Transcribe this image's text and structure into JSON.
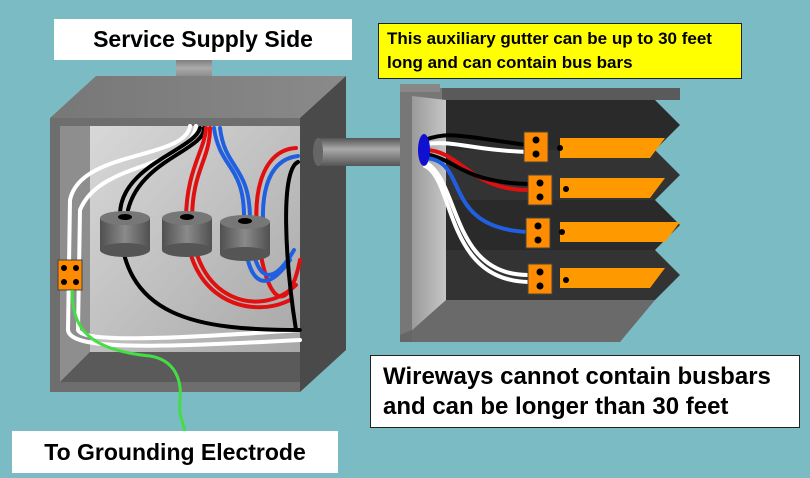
{
  "labels": {
    "service_supply_side": "Service Supply Side",
    "grounding_electrode": "To Grounding Electrode",
    "gutter_note_line1": "This auxiliary gutter can be up to 30 feet",
    "gutter_note_line2": "long and can contain bus bars",
    "wireway_note_line1": "Wireways cannot contain busbars",
    "wireway_note_line2": "and can be longer than 30 feet"
  },
  "colors": {
    "background": "#7bbcc4",
    "busbar": "#ff9900",
    "lug": "#ff8c00",
    "wire_red": "#e01010",
    "wire_blue": "#2060e0",
    "wire_black": "#000000",
    "wire_white": "#ffffff",
    "wire_green": "#44dd44",
    "note_yellow": "#ffff00"
  }
}
